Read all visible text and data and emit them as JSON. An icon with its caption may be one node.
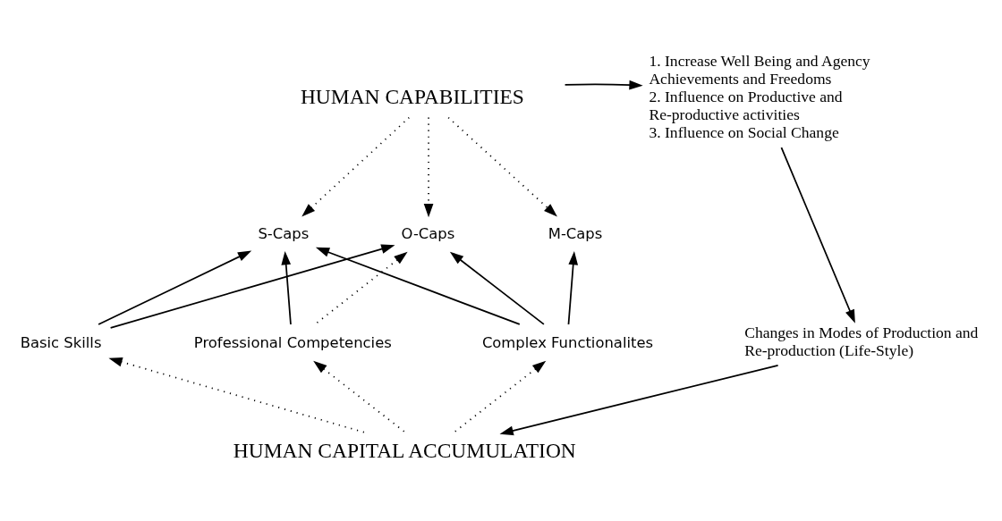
{
  "diagram": {
    "nodes": [
      {
        "text": [
          "HUMAN CAPABILITIES"
        ]
      },
      {
        "text": [
          "S-Caps"
        ]
      },
      {
        "text": [
          "O-Caps"
        ]
      },
      {
        "text": [
          "M-Caps"
        ]
      },
      {
        "text": [
          "Basic Skills"
        ]
      },
      {
        "text": [
          "Professional Competencies"
        ]
      },
      {
        "text": [
          "Complex Functionalites"
        ]
      },
      {
        "text": [
          "HUMAN CAPITAL ACCUMULATION"
        ]
      },
      {
        "text": [
          "1. Increase Well Being and Agency Achievements and Freedoms",
          "2. Influence on Productive and Re-productive activities",
          "3. Influence on Social Change"
        ]
      },
      {
        "text": [
          "Changes in Modes of Production and Re-production (Life-Style)"
        ]
      }
    ],
    "edges": [
      {
        "from": 0,
        "to": 1,
        "arrow": "to",
        "style": "dashed"
      },
      {
        "from": 0,
        "to": 2,
        "arrow": "to",
        "style": "dashed"
      },
      {
        "from": 0,
        "to": 3,
        "arrow": "to",
        "style": "dashed"
      },
      {
        "from": 4,
        "to": 1,
        "arrow": "to"
      },
      {
        "from": 4,
        "to": 2,
        "arrow": "to"
      },
      {
        "from": 5,
        "to": 1,
        "arrow": "to"
      },
      {
        "from": 5,
        "to": 2,
        "arrow": "to",
        "style": "dashed"
      },
      {
        "from": 6,
        "to": 1,
        "arrow": "to"
      },
      {
        "from": 6,
        "to": 2,
        "arrow": "to"
      },
      {
        "from": 6,
        "to": 3,
        "arrow": "to"
      },
      {
        "from": 7,
        "to": 4,
        "arrow": "to",
        "style": "dashed"
      },
      {
        "from": 7,
        "to": 5,
        "arrow": "to",
        "style": "dashed"
      },
      {
        "from": 7,
        "to": 6,
        "arrow": "to",
        "style": "dashed"
      },
      {
        "from": 0,
        "to": 8,
        "arrow": "to"
      },
      {
        "from": 8,
        "to": 9,
        "arrow": "to"
      },
      {
        "from": 9,
        "to": 7,
        "arrow": "to"
      }
    ]
  }
}
